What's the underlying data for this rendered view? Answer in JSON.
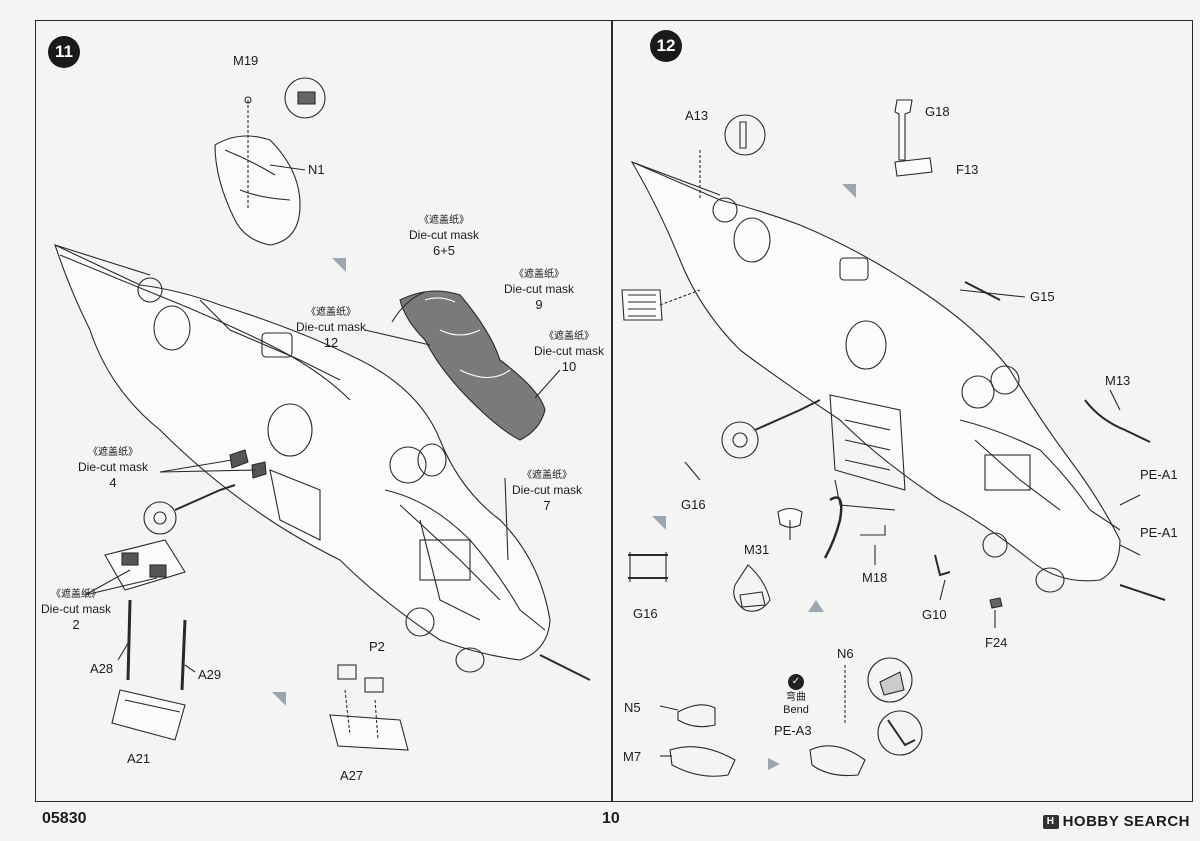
{
  "steps": [
    {
      "number": "11",
      "parts": {
        "m19": "M19",
        "n1": "N1",
        "p2": "P2",
        "a27": "A27",
        "a28": "A28",
        "a29": "A29",
        "a21": "A21"
      },
      "masks": [
        {
          "cn": "《遮盖纸》",
          "en": "Die-cut mask",
          "num": "6+5"
        },
        {
          "cn": "《遮盖纸》",
          "en": "Die-cut mask",
          "num": "9"
        },
        {
          "cn": "《遮盖纸》",
          "en": "Die-cut mask",
          "num": "12"
        },
        {
          "cn": "《遮盖纸》",
          "en": "Die-cut mask",
          "num": "10"
        },
        {
          "cn": "《遮盖纸》",
          "en": "Die-cut mask",
          "num": "4"
        },
        {
          "cn": "《遮盖纸》",
          "en": "Die-cut mask",
          "num": "7"
        },
        {
          "cn": "《遮盖纸》",
          "en": "Die-cut mask",
          "num": "2"
        }
      ]
    },
    {
      "number": "12",
      "parts": {
        "a13": "A13",
        "g18": "G18",
        "f13": "F13",
        "g15": "G15",
        "m13": "M13",
        "pe_a1_top": "PE-A1",
        "pe_a1_bottom": "PE-A1",
        "g16_top": "G16",
        "g16_bottom": "G16",
        "m31": "M31",
        "m18": "M18",
        "g10": "G10",
        "f24": "F24",
        "n6": "N6",
        "n5": "N5",
        "m7": "M7",
        "pe_a3": "PE-A3"
      },
      "bend": {
        "cn": "弯曲",
        "en": "Bend"
      }
    }
  ],
  "footer": {
    "code": "05830",
    "page": "10"
  },
  "watermark": "HOBBY SEARCH",
  "colors": {
    "line": "#2a2a2a",
    "mask_fill": "#6d6d6d",
    "arrow": "#9aa6b0",
    "paper": "#f4f4f2"
  }
}
